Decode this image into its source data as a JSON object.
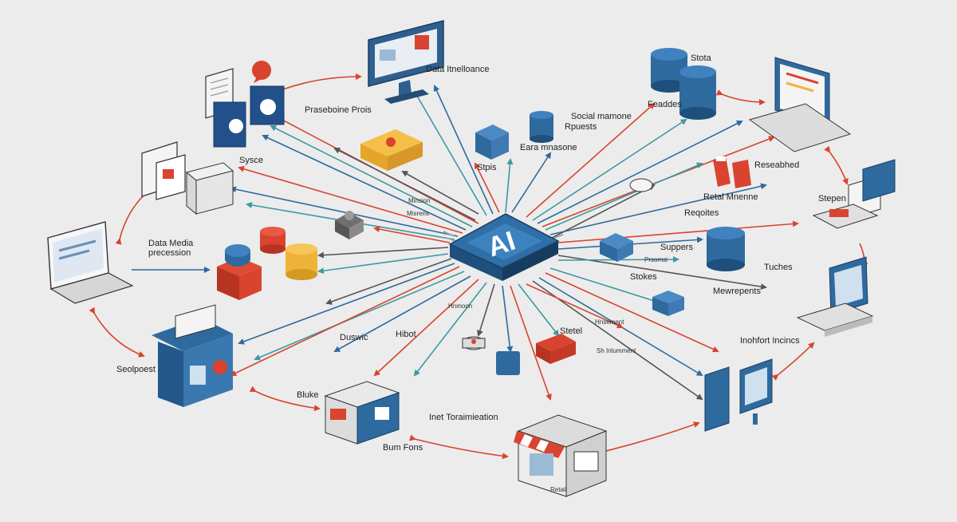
{
  "hub": {
    "label": "AI"
  },
  "labels": {
    "data_intelligence": "Data Itnelloance",
    "presentation_pros": "Praseboine Prois",
    "stota": "Stota",
    "feaddes": "Feaddes",
    "social_messages": "Social mamone",
    "requests": "Rpuests",
    "extra_message": "Eara mnasone",
    "stpis": "Stpis",
    "sysce": "Sysce",
    "data_media": "Data Media",
    "precession": "precession",
    "researched": "Reseabhed",
    "retail_machine": "Retal Mnenne",
    "requotes": "Reqoites",
    "stepen": "Stepen",
    "suppers": "Suppers",
    "tuches": "Tuches",
    "stokes": "Stokes",
    "mewrepents": "Mewrepents",
    "inchfort_incincs": "Inohfort Incincs",
    "seolpoest": "Seolpoest",
    "duswic": "Duswic",
    "hibot": "Hibot",
    "stetel": "Stetel",
    "bluke": "Bluke",
    "inet_transmission": "Inet Toraimieation",
    "bum_fons": "Bum Fons",
    "small_mission": "Minsion",
    "small_misrens": "Misrens",
    "small_hnmoon": "Hnmoon",
    "small_prsomsi": "Prsomsi",
    "small_hnsement": "Hnsement",
    "small_sh_inlumment": "Sh Inlumment",
    "small_retail": "Retail"
  }
}
